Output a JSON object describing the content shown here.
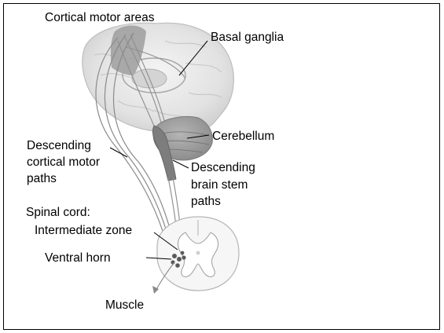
{
  "labels": {
    "cortical_motor_areas": "Cortical motor areas",
    "basal_ganglia": "Basal ganglia",
    "cerebellum": "Cerebellum",
    "descending_cortical_1": "Descending",
    "descending_cortical_2": "cortical motor",
    "descending_cortical_3": "paths",
    "descending_brainstem_1": "Descending",
    "descending_brainstem_2": "brain stem",
    "descending_brainstem_3": "paths",
    "spinal_cord": "Spinal cord:",
    "intermediate_zone": "Intermediate zone",
    "ventral_horn": "Ventral horn",
    "muscle": "Muscle"
  }
}
